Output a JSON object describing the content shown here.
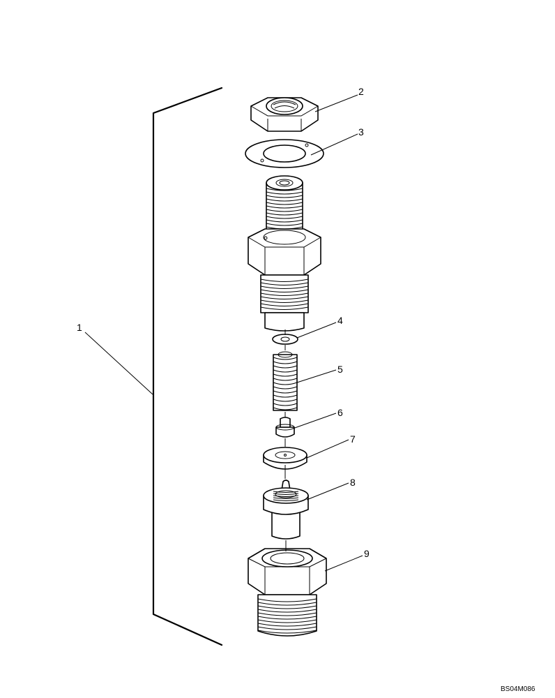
{
  "diagram": {
    "callouts": {
      "c1": "1",
      "c2": "2",
      "c3": "3",
      "c4": "4",
      "c5": "5",
      "c6": "6",
      "c7": "7",
      "c8": "8",
      "c9": "9"
    },
    "reference_code": "BS04M086"
  }
}
